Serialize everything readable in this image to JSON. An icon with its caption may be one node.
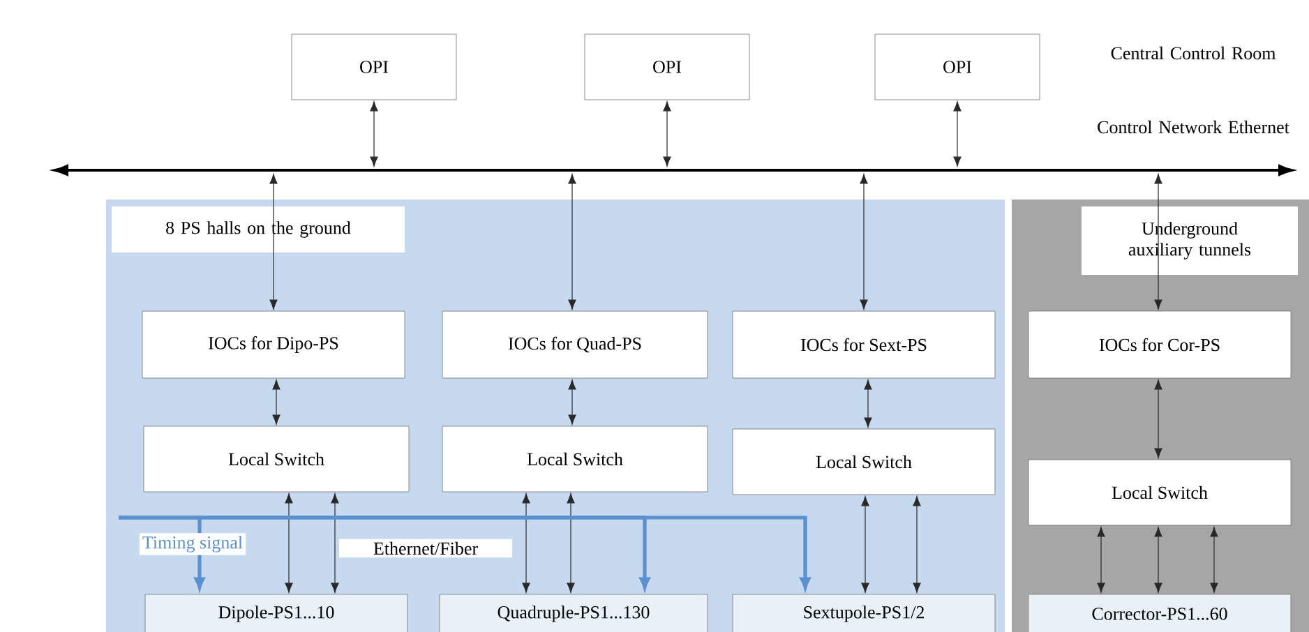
{
  "diagram": {
    "nodes": [
      {
        "text": [],
        "shape": "bar"
      },
      {
        "text": [
          "OPI"
        ]
      },
      {
        "text": [
          "OPI"
        ]
      },
      {
        "text": [
          "OPI"
        ]
      },
      {
        "text": [
          "8 PS halls on the ground"
        ]
      },
      {
        "text": [
          "Underground auxiliary tunnels"
        ]
      },
      {
        "text": [
          "IOCs for Dipo-PS"
        ],
        "in": 4
      },
      {
        "text": [
          "IOCs for Quad-PS"
        ],
        "in": 4
      },
      {
        "text": [
          "IOCs for Sext-PS"
        ],
        "in": 4
      },
      {
        "text": [
          "IOCs for Cor-PS"
        ],
        "in": 5
      },
      {
        "text": [
          "Local Switch"
        ],
        "in": 4
      },
      {
        "text": [
          "Local Switch"
        ],
        "in": 4
      },
      {
        "text": [
          "Local Switch"
        ],
        "in": 4
      },
      {
        "text": [
          "Local Switch"
        ],
        "in": 5
      },
      {
        "text": [
          "Dipole-PS1...10"
        ],
        "in": 4
      },
      {
        "text": [
          "Quadruple-PS1...130"
        ],
        "in": 4
      },
      {
        "text": [
          "Sextupole-PS1/2"
        ],
        "in": 4
      },
      {
        "text": [
          "Corrector-PS1...60"
        ],
        "in": 5
      }
    ],
    "edges": [
      {
        "from": 1,
        "to": 0,
        "arrow": "both"
      },
      {
        "from": 2,
        "to": 0,
        "arrow": "both"
      },
      {
        "from": 3,
        "to": 0,
        "arrow": "both"
      },
      {
        "from": 0,
        "to": 6,
        "arrow": "both"
      },
      {
        "from": 0,
        "to": 7,
        "arrow": "both"
      },
      {
        "from": 0,
        "to": 8,
        "arrow": "both"
      },
      {
        "from": 0,
        "to": 9,
        "arrow": "both"
      },
      {
        "from": 6,
        "to": 10,
        "arrow": "both"
      },
      {
        "from": 7,
        "to": 11,
        "arrow": "both"
      },
      {
        "from": 8,
        "to": 12,
        "arrow": "both"
      },
      {
        "from": 9,
        "to": 13,
        "arrow": "both"
      },
      {
        "from": 10,
        "to": 14,
        "arrow": "both"
      },
      {
        "from": 10,
        "to": 14,
        "arrow": "both"
      },
      {
        "from": 11,
        "to": 15,
        "arrow": "both"
      },
      {
        "from": 11,
        "to": 15,
        "arrow": "both"
      },
      {
        "from": 12,
        "to": 16,
        "arrow": "both"
      },
      {
        "from": 12,
        "to": 16,
        "arrow": "both"
      },
      {
        "from": 13,
        "to": 17,
        "arrow": "both"
      },
      {
        "from": 13,
        "to": 17,
        "arrow": "both"
      },
      {
        "from": 13,
        "to": 17,
        "arrow": "both"
      },
      {
        "from": null,
        "to": 14,
        "arrow": "to",
        "label": "Timing signal",
        "style": "thick",
        "color": "#5b8fd0"
      },
      {
        "from": null,
        "to": 15,
        "arrow": "to",
        "style": "thick",
        "color": "#5b8fd0"
      },
      {
        "from": null,
        "to": 16,
        "arrow": "to",
        "style": "thick",
        "color": "#5b8fd0"
      }
    ],
    "labels": [
      "Central Control Room",
      "Control Network Ethernet",
      "Ethernet/Fiber"
    ]
  }
}
